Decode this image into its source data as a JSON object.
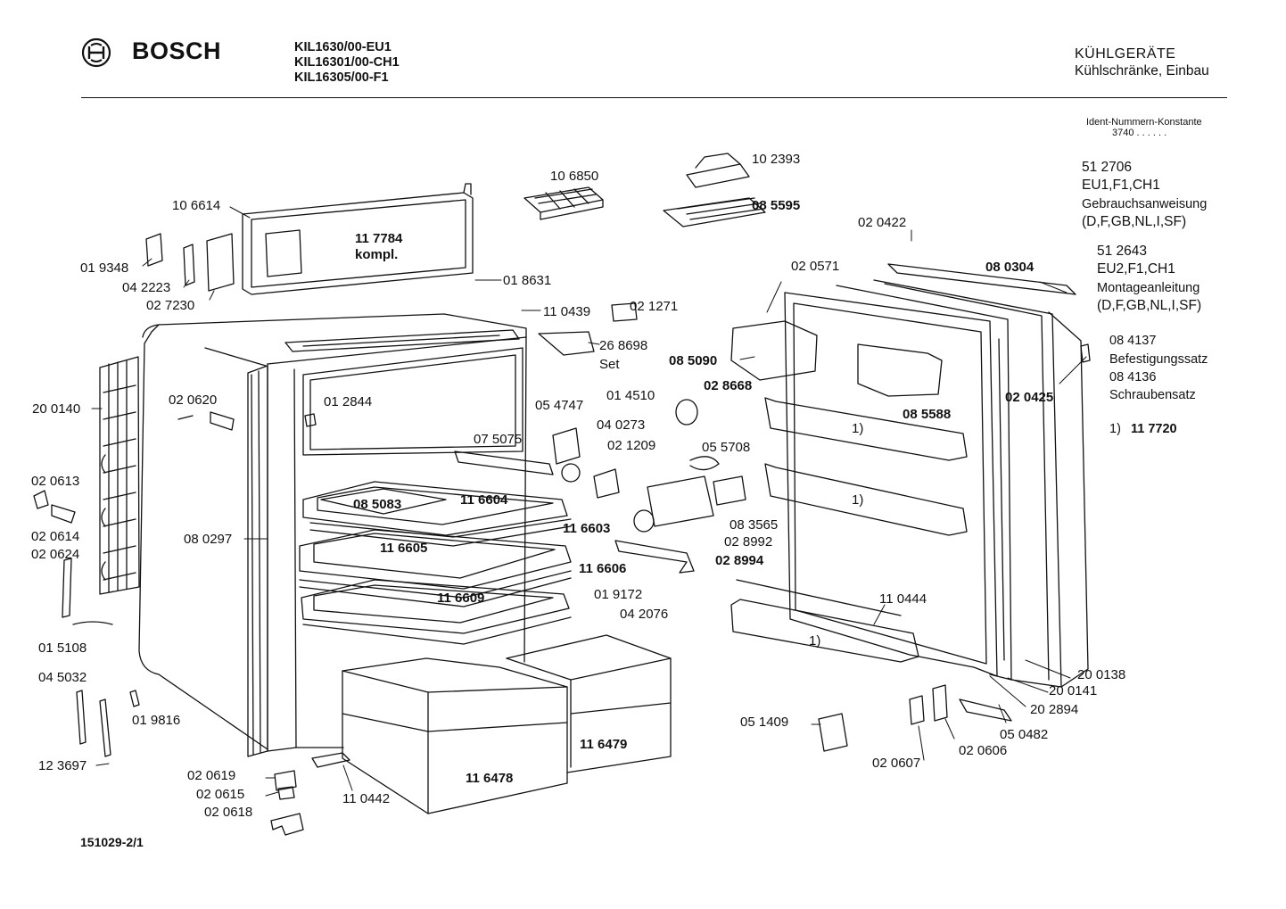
{
  "header": {
    "brand": "BOSCH",
    "models": [
      "KIL1630/00-EU1",
      "KIL16301/00-CH1",
      "KIL16305/00-F1"
    ],
    "category_title": "KÜHLGERÄTE",
    "category_subtitle": "Kühlschränke, Einbau",
    "ident_label": "Ident-Nummern-Konstante",
    "ident_value": "3740  . .   . . . ."
  },
  "notes": {
    "n1_number": "51 2706",
    "n1_variants": "EU1,F1,CH1",
    "n1_desc": "Gebrauchsanweisung",
    "n1_langs": "(D,F,GB,NL,I,SF)",
    "n2_number": "51 2643",
    "n2_variants": "EU2,F1,CH1",
    "n2_desc": "Montageanleitung",
    "n2_langs": "(D,F,GB,NL,I,SF)",
    "n3_number": "08 4137",
    "n3_desc": "Befestigungssatz",
    "n4_number": "08 4136",
    "n4_desc": "Schraubensatz",
    "footnote_ref": "1)",
    "footnote_part": "11 7720"
  },
  "parts": [
    {
      "id": "10 6614"
    },
    {
      "id": "11 7784"
    },
    {
      "id": "kompl."
    },
    {
      "id": "10 6850"
    },
    {
      "id": "10 2393"
    },
    {
      "id": "08 5595"
    },
    {
      "id": "02 0422"
    },
    {
      "id": "01 9348"
    },
    {
      "id": "04 2223"
    },
    {
      "id": "02 7230"
    },
    {
      "id": "01 8631"
    },
    {
      "id": "02 0571"
    },
    {
      "id": "08 0304"
    },
    {
      "id": "11 0439"
    },
    {
      "id": "02 1271"
    },
    {
      "id": "26 8698"
    },
    {
      "id": "Set"
    },
    {
      "id": "08 5090"
    },
    {
      "id": "02 0425"
    },
    {
      "id": "20 0140"
    },
    {
      "id": "02 0620"
    },
    {
      "id": "01 2844"
    },
    {
      "id": "01 4510"
    },
    {
      "id": "02 8668"
    },
    {
      "id": "08 5588"
    },
    {
      "id": "05 4747"
    },
    {
      "id": "04 0273"
    },
    {
      "id": "07 5075"
    },
    {
      "id": "02 1209"
    },
    {
      "id": "05 5708"
    },
    {
      "id": "1)"
    },
    {
      "id": "02 0613"
    },
    {
      "id": "08 5083"
    },
    {
      "id": "11 6604"
    },
    {
      "id": "1)"
    },
    {
      "id": "08 3565"
    },
    {
      "id": "02 0614"
    },
    {
      "id": "02 0624"
    },
    {
      "id": "08 0297"
    },
    {
      "id": "11 6603"
    },
    {
      "id": "02 8992"
    },
    {
      "id": "11 6605"
    },
    {
      "id": "02 8994"
    },
    {
      "id": "11 6606"
    },
    {
      "id": "11 6609"
    },
    {
      "id": "01 9172"
    },
    {
      "id": "11 0444"
    },
    {
      "id": "04 2076"
    },
    {
      "id": "01 5108"
    },
    {
      "id": "1)"
    },
    {
      "id": "04 5032"
    },
    {
      "id": "20 0138"
    },
    {
      "id": "20 0141"
    },
    {
      "id": "20 2894"
    },
    {
      "id": "01 9816"
    },
    {
      "id": "05 1409"
    },
    {
      "id": "05 0482"
    },
    {
      "id": "11 6479"
    },
    {
      "id": "02 0606"
    },
    {
      "id": "02 0607"
    },
    {
      "id": "12 3697"
    },
    {
      "id": "02 0619"
    },
    {
      "id": "11 6478"
    },
    {
      "id": "02 0615"
    },
    {
      "id": "11 0442"
    },
    {
      "id": "02 0618"
    }
  ],
  "footer": {
    "drawing_code": "151029-2/1"
  }
}
